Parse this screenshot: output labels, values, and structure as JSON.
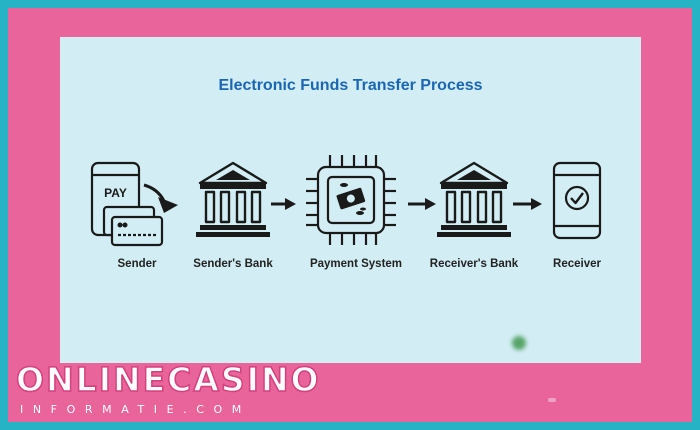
{
  "diagram": {
    "title": "Electronic Funds Transfer Process",
    "steps": [
      {
        "label": "Sender",
        "icon": "phone-pay-cards-icon"
      },
      {
        "label": "Sender's Bank",
        "icon": "bank-icon"
      },
      {
        "label": "Payment System",
        "icon": "chip-money-icon"
      },
      {
        "label": "Receiver's Bank",
        "icon": "bank-icon"
      },
      {
        "label": "Receiver",
        "icon": "phone-check-icon"
      }
    ],
    "phone_text": "PAY"
  },
  "watermark": {
    "brand": "onlinecasino",
    "sub": "informatie.com"
  },
  "colors": {
    "outer_frame": "#27b3c6",
    "pink_frame": "#e9649b",
    "card_bg": "#d2eef4",
    "title": "#1b66b4",
    "icon_stroke": "#1a1a1a"
  }
}
